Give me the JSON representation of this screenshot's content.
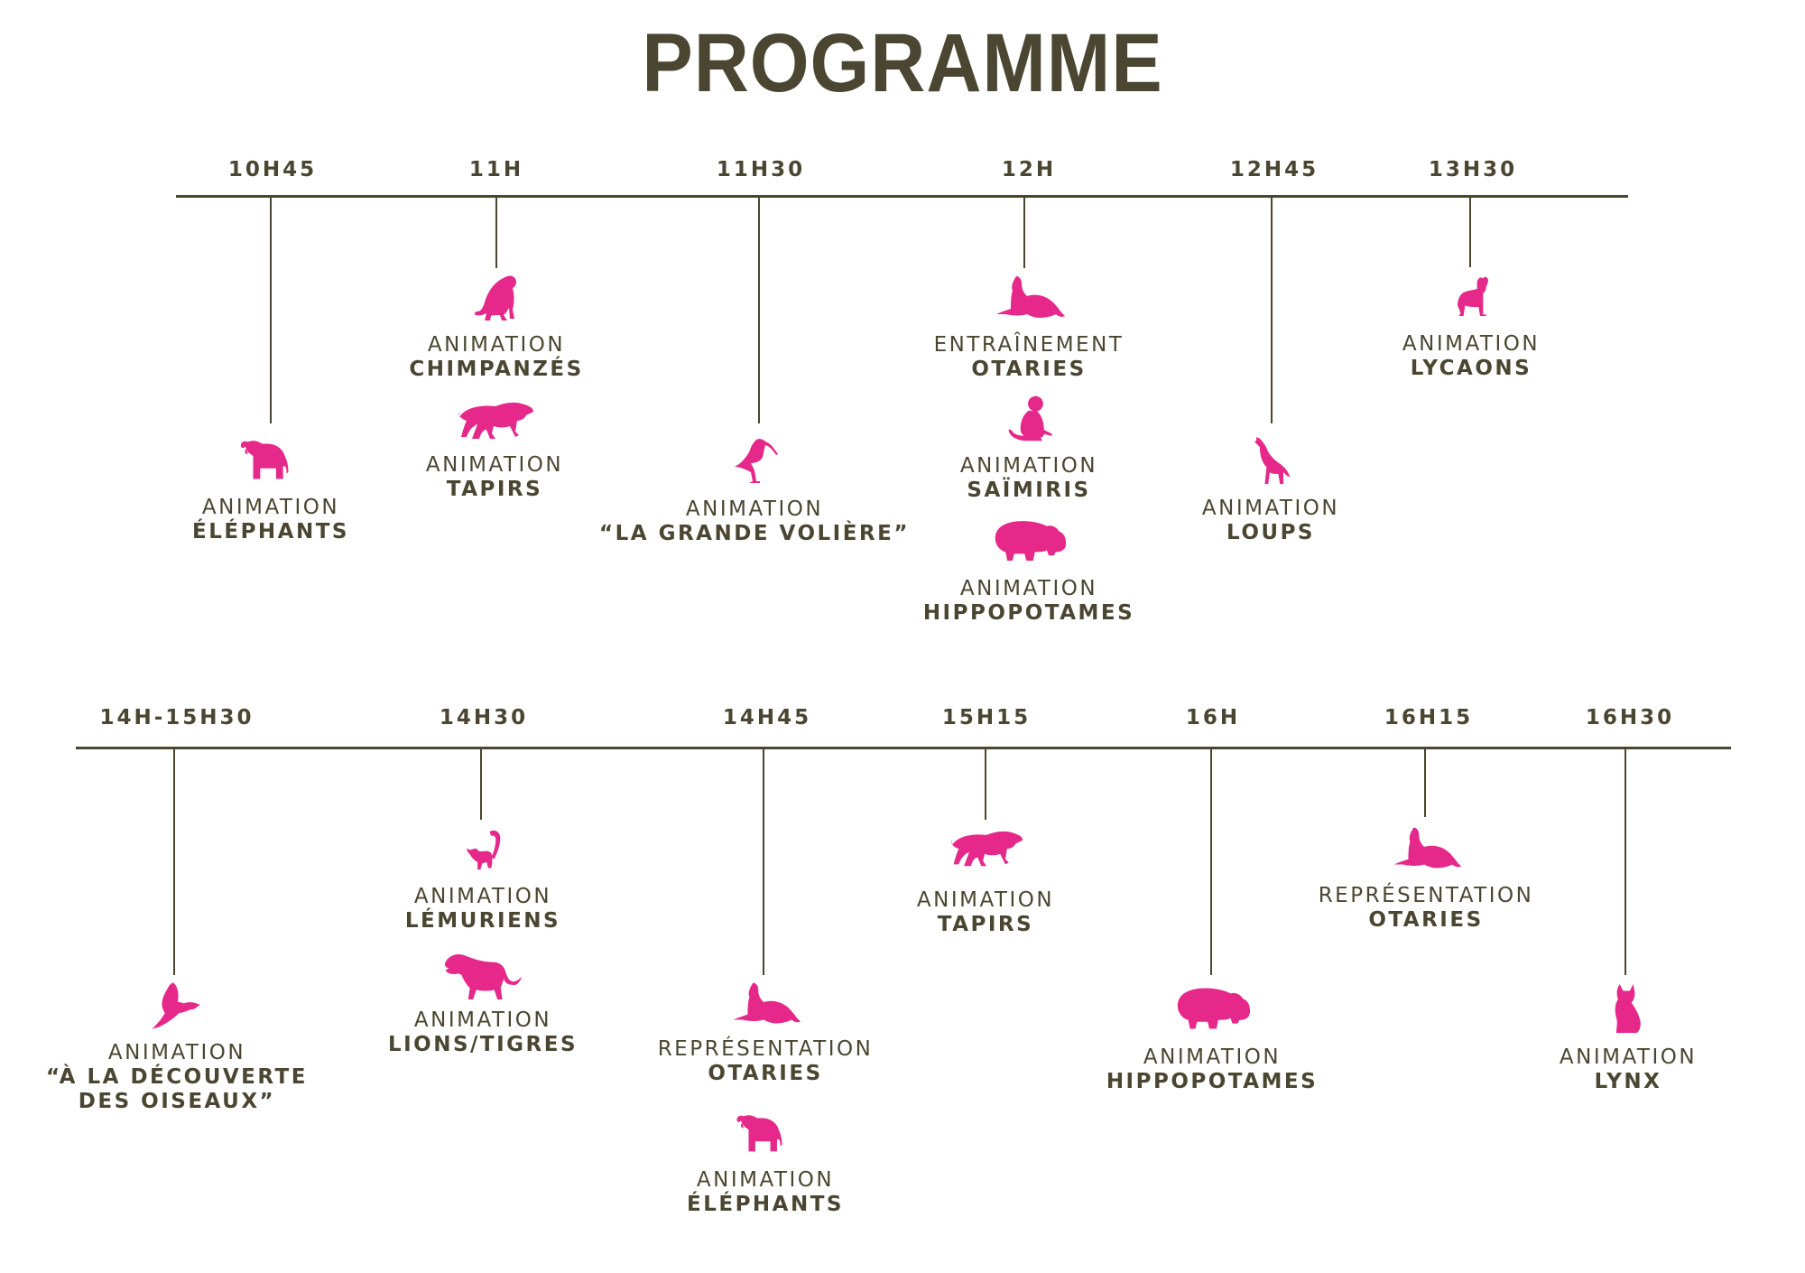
{
  "title": "PROGRAMME",
  "colors": {
    "text": "#4a4631",
    "accent": "#e6288a",
    "background": "#ffffff"
  },
  "rows": [
    {
      "slots": [
        {
          "time": "10H45",
          "events": [
            {
              "icon": "elephant-icon",
              "kind": "ANIMATION",
              "name": "ÉLÉPHANTS"
            }
          ]
        },
        {
          "time": "11H",
          "events": [
            {
              "icon": "chimpanzee-icon",
              "kind": "ANIMATION",
              "name": "CHIMPANZÉS"
            },
            {
              "icon": "tapir-icon",
              "kind": "ANIMATION",
              "name": "TAPIRS"
            }
          ]
        },
        {
          "time": "11H30",
          "events": [
            {
              "icon": "ibis-bird-icon",
              "kind": "ANIMATION",
              "name": "“LA GRANDE VOLIÈRE”"
            }
          ]
        },
        {
          "time": "12H",
          "events": [
            {
              "icon": "sea-lion-icon",
              "kind": "ENTRAÎNEMENT",
              "name": "OTARIES"
            },
            {
              "icon": "monkey-icon",
              "kind": "ANIMATION",
              "name": "SAÏMIRIS"
            },
            {
              "icon": "hippo-icon",
              "kind": "ANIMATION",
              "name": "HIPPOPOTAMES"
            }
          ]
        },
        {
          "time": "12H45",
          "events": [
            {
              "icon": "wolf-icon",
              "kind": "ANIMATION",
              "name": "LOUPS"
            }
          ]
        },
        {
          "time": "13H30",
          "events": [
            {
              "icon": "wild-dog-icon",
              "kind": "ANIMATION",
              "name": "LYCAONS"
            }
          ]
        }
      ]
    },
    {
      "slots": [
        {
          "time": "14H-15H30",
          "events": [
            {
              "icon": "parrot-icon",
              "kind": "ANIMATION",
              "name": "“À LA DÉCOUVERTE",
              "name2": "DES OISEAUX”"
            }
          ]
        },
        {
          "time": "14H30",
          "events": [
            {
              "icon": "lemur-icon",
              "kind": "ANIMATION",
              "name": "LÉMURIENS"
            },
            {
              "icon": "tiger-icon",
              "kind": "ANIMATION",
              "name": "LIONS/TIGRES"
            }
          ]
        },
        {
          "time": "14H45",
          "events": [
            {
              "icon": "sea-lion-icon",
              "kind": "REPRÉSENTATION",
              "name": "OTARIES"
            },
            {
              "icon": "elephant-icon",
              "kind": "ANIMATION",
              "name": "ÉLÉPHANTS"
            }
          ]
        },
        {
          "time": "15H15",
          "events": [
            {
              "icon": "tapir-icon",
              "kind": "ANIMATION",
              "name": "TAPIRS"
            }
          ]
        },
        {
          "time": "16H",
          "events": [
            {
              "icon": "hippo-icon",
              "kind": "ANIMATION",
              "name": "HIPPOPOTAMES"
            }
          ]
        },
        {
          "time": "16H15",
          "events": [
            {
              "icon": "sea-lion-icon",
              "kind": "REPRÉSENTATION",
              "name": "OTARIES"
            }
          ]
        },
        {
          "time": "16H30",
          "events": [
            {
              "icon": "lynx-icon",
              "kind": "ANIMATION",
              "name": "LYNX"
            }
          ]
        }
      ]
    }
  ]
}
